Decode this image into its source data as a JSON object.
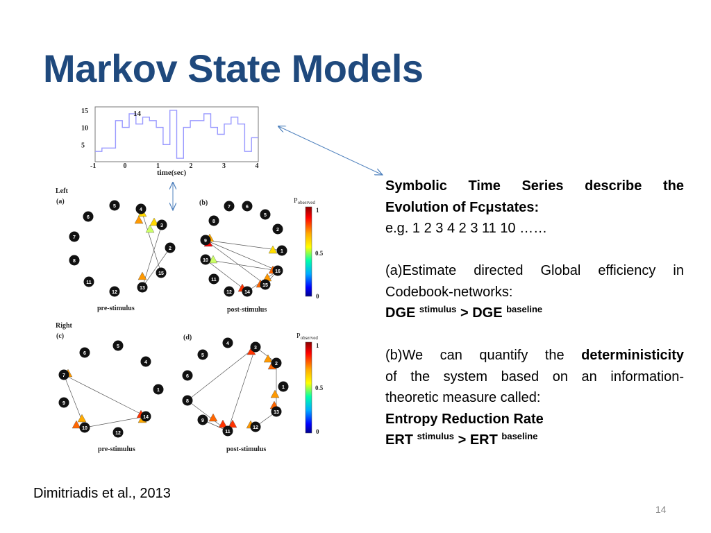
{
  "slide": {
    "title": "Markov State Models",
    "citation": "Dimitriadis et al., 2013",
    "page_number": "14"
  },
  "body": {
    "line1": "Symbolic Time Series describe the",
    "line2": "Evolution of Fcμstates:",
    "line3": "e.g. 1 2 3 4 2 3 11 10 ……",
    "line4": "(a)Estimate directed Global efficiency in",
    "line5": "Codebook-networks:",
    "dge": "DGE",
    "dge_sup1": "stimulus",
    "dge_gt": ">",
    "dge2": "DGE",
    "dge_sup2": "baseline",
    "line7a": "(b)We can quantify the",
    "line7b": "deterministicity",
    "line8": "of the system based on an information-",
    "line9": "theoretic measure called:",
    "line10": "Entropy Reduction Rate",
    "ert": "ERT",
    "ert_sup1": "stimulus",
    "ert_gt": ">",
    "ert2": "ERT",
    "ert_sup2": "baseline"
  },
  "figure": {
    "timeseries": {
      "yticks": [
        "15",
        "10",
        "5"
      ],
      "xticks": [
        "-1",
        "0",
        "1",
        "2",
        "3",
        "4"
      ],
      "xlabel": "time(sec)",
      "annotation": "14",
      "states": [
        3,
        4,
        4,
        12,
        10,
        14,
        11,
        13,
        12,
        10,
        5,
        15,
        1,
        10,
        12,
        12,
        14,
        10,
        8,
        11,
        13,
        11,
        3,
        7
      ]
    },
    "left_label": "Left",
    "right_label": "Right",
    "panels": [
      {
        "label": "(a)",
        "caption": "pre-stimulus"
      },
      {
        "label": "(b)",
        "caption": "post-stimulus"
      },
      {
        "label": "(c)",
        "caption": "pre-stimulus"
      },
      {
        "label": "(d)",
        "caption": "post-stimulus"
      }
    ],
    "colorbar": {
      "label": "P",
      "sub": "observed",
      "ticks": [
        "1",
        "0.5",
        "0"
      ]
    },
    "colors": {
      "node": "#111111",
      "arrow_line": "#555555",
      "callout": "#4F81BD",
      "trace": "#9999ff"
    }
  }
}
